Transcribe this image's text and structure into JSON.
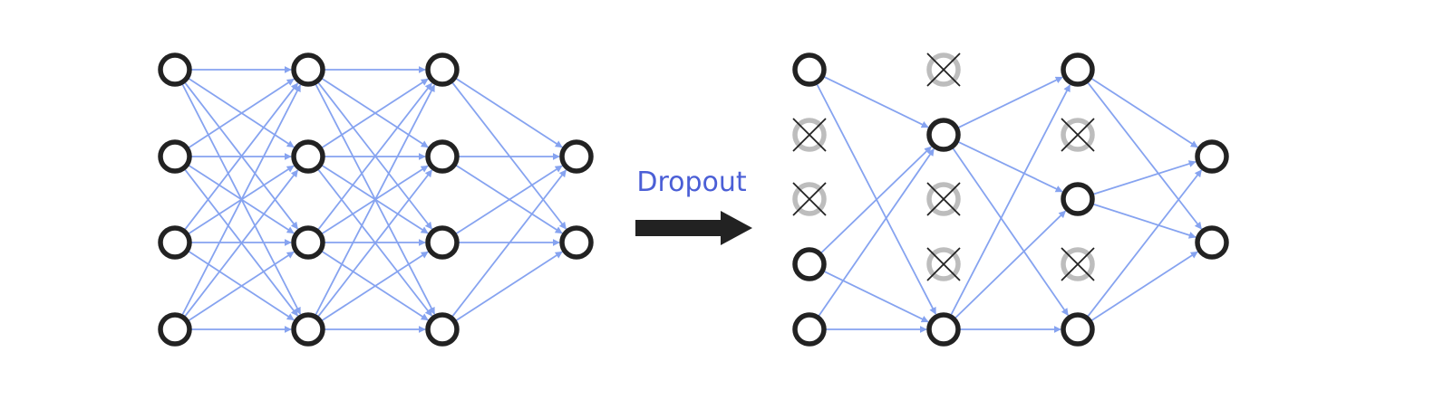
{
  "dropout_label": "Dropout",
  "colors": {
    "edge": "#86a3f0",
    "node_active": "#222222",
    "node_dropped": "#bdbdbd",
    "cross": "#222222",
    "arrow": "#222222",
    "label": "#4b5fd6"
  },
  "networks": {
    "full": {
      "layers": [
        [
          "a0",
          "a1",
          "a2",
          "a3"
        ],
        [
          "b0",
          "b1",
          "b2",
          "b3"
        ],
        [
          "c0",
          "c1",
          "c2",
          "c3"
        ],
        [
          "d0",
          "d1"
        ]
      ],
      "connectivity": "fully-connected"
    },
    "dropout": {
      "layers": [
        [
          {
            "id": "p0",
            "dropped": false
          },
          {
            "id": "p1",
            "dropped": true
          },
          {
            "id": "p2",
            "dropped": true
          },
          {
            "id": "p3",
            "dropped": false
          },
          {
            "id": "p4",
            "dropped": false
          }
        ],
        [
          {
            "id": "q0",
            "dropped": true
          },
          {
            "id": "q1",
            "dropped": false
          },
          {
            "id": "q2",
            "dropped": true
          },
          {
            "id": "q3",
            "dropped": true
          },
          {
            "id": "q4",
            "dropped": false
          }
        ],
        [
          {
            "id": "r0",
            "dropped": false
          },
          {
            "id": "r1",
            "dropped": true
          },
          {
            "id": "r2",
            "dropped": false
          },
          {
            "id": "r3",
            "dropped": true
          },
          {
            "id": "r4",
            "dropped": false
          }
        ],
        [
          {
            "id": "s0",
            "dropped": false
          },
          {
            "id": "s1",
            "dropped": false
          }
        ]
      ],
      "connectivity": "active-nodes-only"
    }
  }
}
